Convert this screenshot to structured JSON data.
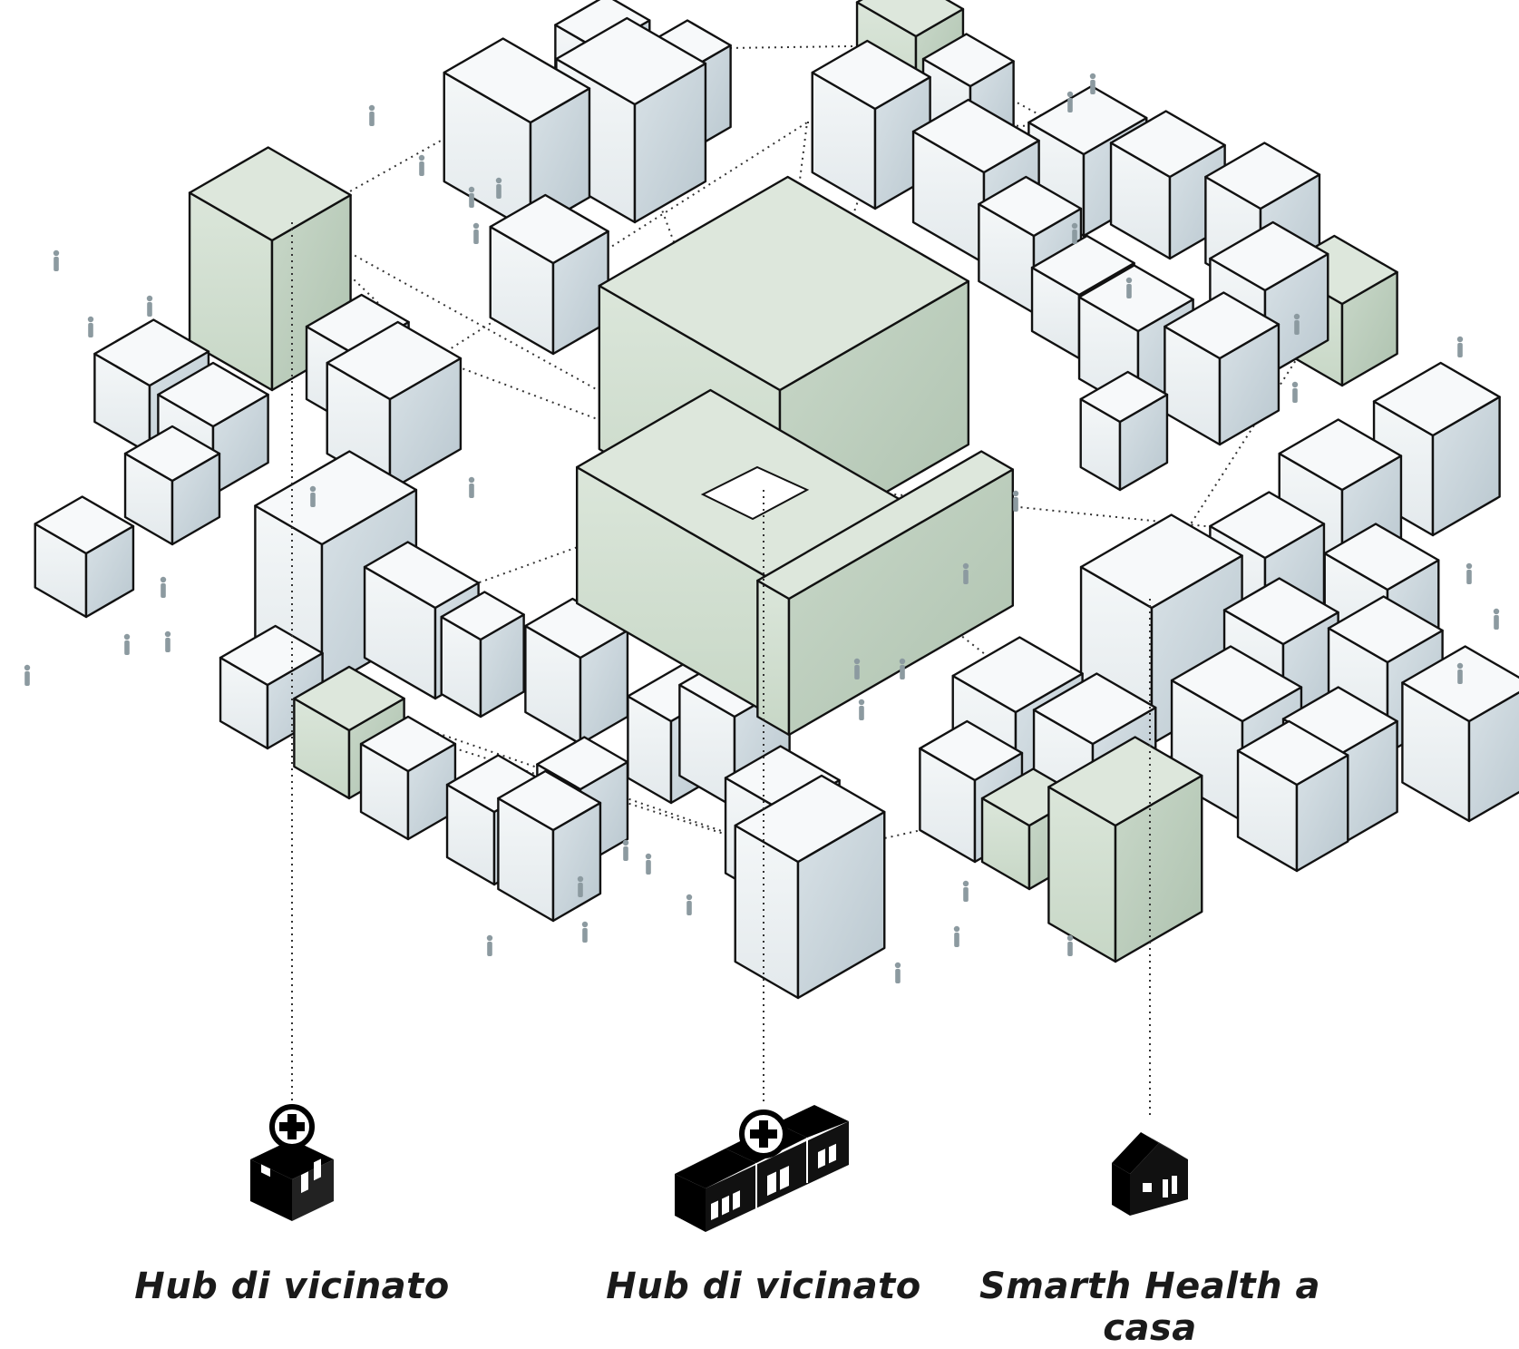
{
  "colors": {
    "background": "#ffffff",
    "building_face_top": "#f7f9fa",
    "building_face_left": "#eef2f4",
    "building_face_right": "#cbd6dc",
    "hub_face_top": "#dde7dc",
    "hub_face_left": "#cddccd",
    "hub_face_right": "#b7c8b8",
    "outline": "#111111",
    "network_line": "#333333",
    "person": "#8c9aa0",
    "icon": "#000000"
  },
  "legend": [
    {
      "label": "Hub di vicinato",
      "icon": "clinic-small-icon"
    },
    {
      "label": "Hub di vicinato",
      "icon": "clinic-large-icon"
    },
    {
      "label": "Smarth Health a casa",
      "icon": "house-icon"
    }
  ]
}
